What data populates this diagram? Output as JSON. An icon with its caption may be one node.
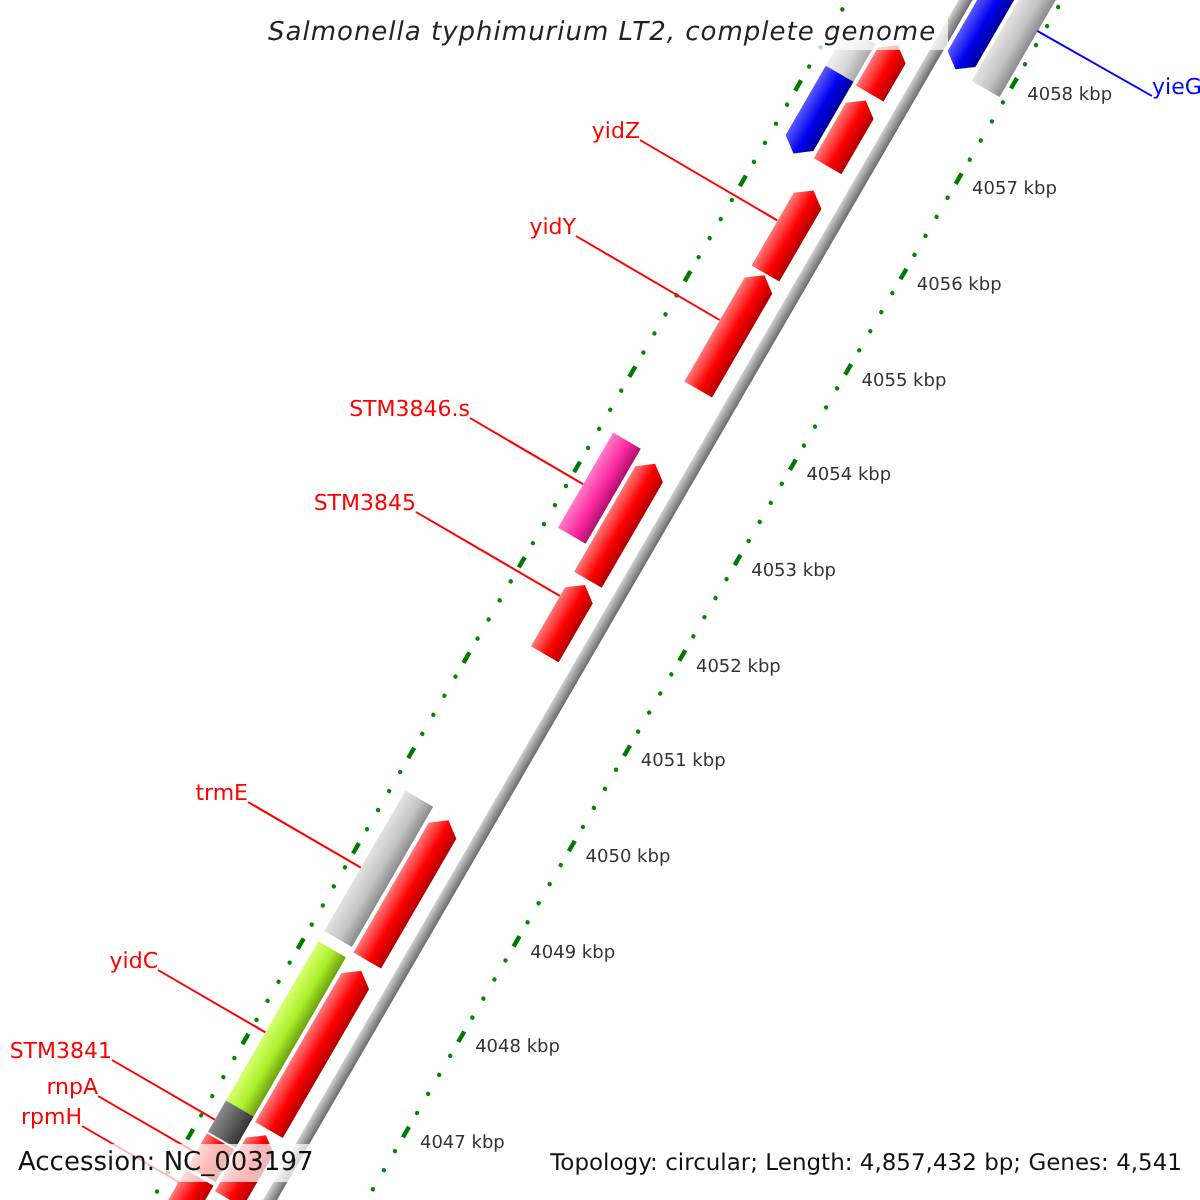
{
  "diagram": {
    "title": "Salmonella typhimurium LT2, complete genome",
    "nodes": [
      {
        "text": [
          "yieG"
        ]
      },
      {
        "text": [
          "yidZ"
        ]
      },
      {
        "text": [
          "yidY"
        ]
      },
      {
        "text": [
          "STM3846.s"
        ]
      },
      {
        "text": [
          "STM3845"
        ]
      },
      {
        "text": [
          "trmE"
        ]
      },
      {
        "text": [
          "yidC"
        ]
      },
      {
        "text": [
          "STM3841"
        ]
      },
      {
        "text": [
          "rnpA"
        ]
      },
      {
        "text": [
          "rpmH"
        ]
      },
      {
        "text": [],
        "shape": "bar"
      },
      {
        "text": [],
        "shape": "bar"
      },
      {
        "text": [],
        "shape": "bar"
      },
      {
        "text": [],
        "shape": "bar"
      },
      {
        "text": [],
        "shape": "bar"
      },
      {
        "text": [],
        "shape": "bar"
      },
      {
        "text": [],
        "shape": "bar"
      },
      {
        "text": [],
        "shape": "bar"
      },
      {
        "text": [],
        "shape": "bar"
      },
      {
        "text": [],
        "shape": "bar"
      },
      {
        "text": [],
        "shape": "bar"
      },
      {
        "text": [],
        "shape": "bar"
      },
      {
        "text": [],
        "shape": "bar"
      },
      {
        "text": [],
        "shape": "bar"
      },
      {
        "text": [],
        "shape": "bar"
      },
      {
        "text": [],
        "shape": "bar"
      },
      {
        "text": [],
        "shape": "bar"
      },
      {
        "text": [],
        "shape": "bar"
      },
      {
        "text": [],
        "shape": "bar"
      }
    ],
    "edges": [
      {
        "from": 0,
        "to": 11,
        "arrow": "none",
        "color": "#0000ff"
      },
      {
        "from": 1,
        "to": 16,
        "arrow": "none"
      },
      {
        "from": 2,
        "to": 17,
        "arrow": "none"
      },
      {
        "from": 3,
        "to": 18,
        "arrow": "none"
      },
      {
        "from": 4,
        "to": 20,
        "arrow": "none"
      },
      {
        "from": 5,
        "to": 21,
        "arrow": "none"
      },
      {
        "from": 6,
        "to": 23,
        "arrow": "none"
      },
      {
        "from": 7,
        "to": 25,
        "arrow": "none"
      },
      {
        "from": 8,
        "to": 27,
        "arrow": "none"
      },
      {
        "from": 9,
        "to": 28,
        "arrow": "none"
      }
    ],
    "labels": [
      "4058 kbp",
      "4057 kbp",
      "4056 kbp",
      "4055 kbp",
      "4054 kbp",
      "4053 kbp",
      "4052 kbp",
      "4051 kbp",
      "4050 kbp",
      "4049 kbp",
      "4048 kbp",
      "4047 kbp",
      "Accession: NC_003197",
      "Topology: circular; Length: 4,857,432 bp; Genes: 4,541"
    ]
  }
}
